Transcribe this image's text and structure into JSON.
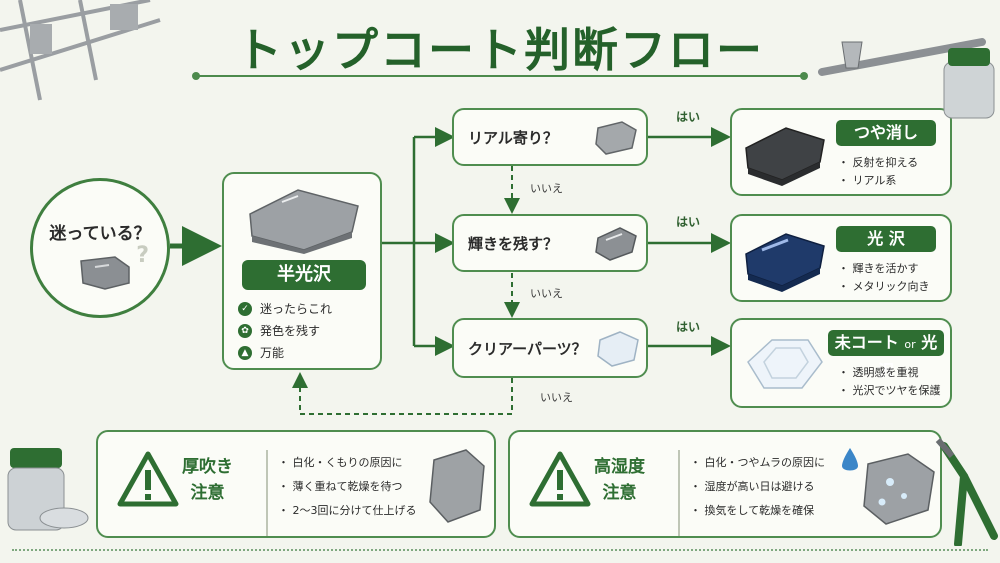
{
  "title": "トップコート判断フロー",
  "start": {
    "label": "迷っている？",
    "mark": "?"
  },
  "center": {
    "label": "半光沢",
    "features": [
      {
        "icon": "✓",
        "text": "迷ったらこれ"
      },
      {
        "icon": "✿",
        "text": "発色を残す"
      },
      {
        "icon": "▲",
        "text": "万能"
      }
    ]
  },
  "questions": [
    {
      "label": "リアル寄り？"
    },
    {
      "label": "輝きを残す？"
    },
    {
      "label": "クリアーパーツ？"
    }
  ],
  "edges": {
    "yes": "はい",
    "no": "いいえ"
  },
  "results": [
    {
      "label": "つや消し",
      "items": [
        "・ 反射を抑える",
        "・ リアル系"
      ]
    },
    {
      "label": "光 沢",
      "items": [
        "・ 輝きを活かす",
        "・ メタリック向き"
      ]
    },
    {
      "label_a": "未コート",
      "label_or": "or",
      "label_b": "光沢",
      "items": [
        "・ 透明感を重視",
        "・ 光沢でツヤを保護"
      ]
    }
  ],
  "warnings": [
    {
      "title": "厚吹き\n注意",
      "items": [
        "・ 白化・くもりの原因に",
        "・ 薄く重ねて乾燥を待つ",
        "・ 2〜3回に分けて仕上げる"
      ]
    },
    {
      "title": "高湿度\n注意",
      "items": [
        "・ 白化・つやムラの原因に",
        "・ 湿度が高い日は避ける",
        "・ 換気をして乾燥を確保"
      ]
    }
  ],
  "colors": {
    "accent": "#2e6e32",
    "line": "#3f7f3f",
    "background": "#f3f5ee"
  }
}
